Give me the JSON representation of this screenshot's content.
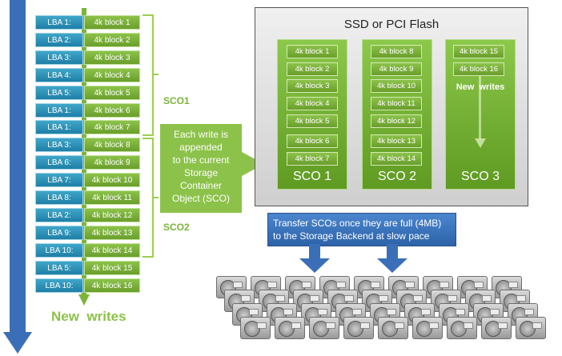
{
  "lba_labels": [
    "LBA 1:",
    "LBA 2:",
    "LBA 3:",
    "LBA 4:",
    "LBA 5:",
    "LBA 1:",
    "LBA 1:",
    "LBA 3:",
    "LBA 6:",
    "LBA 7:",
    "LBA 8:",
    "LBA 2:",
    "LBA 9:",
    "LBA 10:",
    "LBA 5:",
    "LBA 10:"
  ],
  "block_labels": [
    "4k block 1",
    "4k block 2",
    "4k block 3",
    "4k block 4",
    "4k block 5",
    "4k block 6",
    "4k block 7",
    "4k block 8",
    "4k block 9",
    "4k block 10",
    "4k block 11",
    "4k block 12",
    "4k block 13",
    "4k block 14",
    "4k block 15",
    "4k block 16"
  ],
  "sco1_label": "SCO1",
  "sco2_label": "SCO2",
  "append_text": [
    "Each write is",
    "appended",
    "to the current",
    "Storage",
    "Container",
    "Object (SCO)"
  ],
  "new_writes_label": "New  writes",
  "flash_title": "SSD or PCI Flash",
  "columns": [
    {
      "label": "SCO 1",
      "blocks": [
        "4k block 1",
        "4k block 2",
        "4k block 3",
        "4k block 4",
        "4k block 5",
        "4k block 6",
        "4k block 7"
      ]
    },
    {
      "label": "SCO 2",
      "blocks": [
        "4k block 8",
        "4k block 9",
        "4k block 10",
        "4k block 11",
        "4k block 12",
        "4k block 13",
        "4k block 14"
      ]
    },
    {
      "label": "SCO 3",
      "blocks": [
        "4k block 15",
        "4k block 16"
      ],
      "note": "New  writes"
    }
  ],
  "transfer_text": [
    "Transfer SCOs once they are full (4MB)",
    "to the Storage Backend at slow pace"
  ],
  "colors": {
    "lba_blue": "#2a8db8",
    "block_green": "#7ab53a",
    "arrow_blue": "#3a6fb7",
    "flash_gray": "#d9d9d9"
  }
}
